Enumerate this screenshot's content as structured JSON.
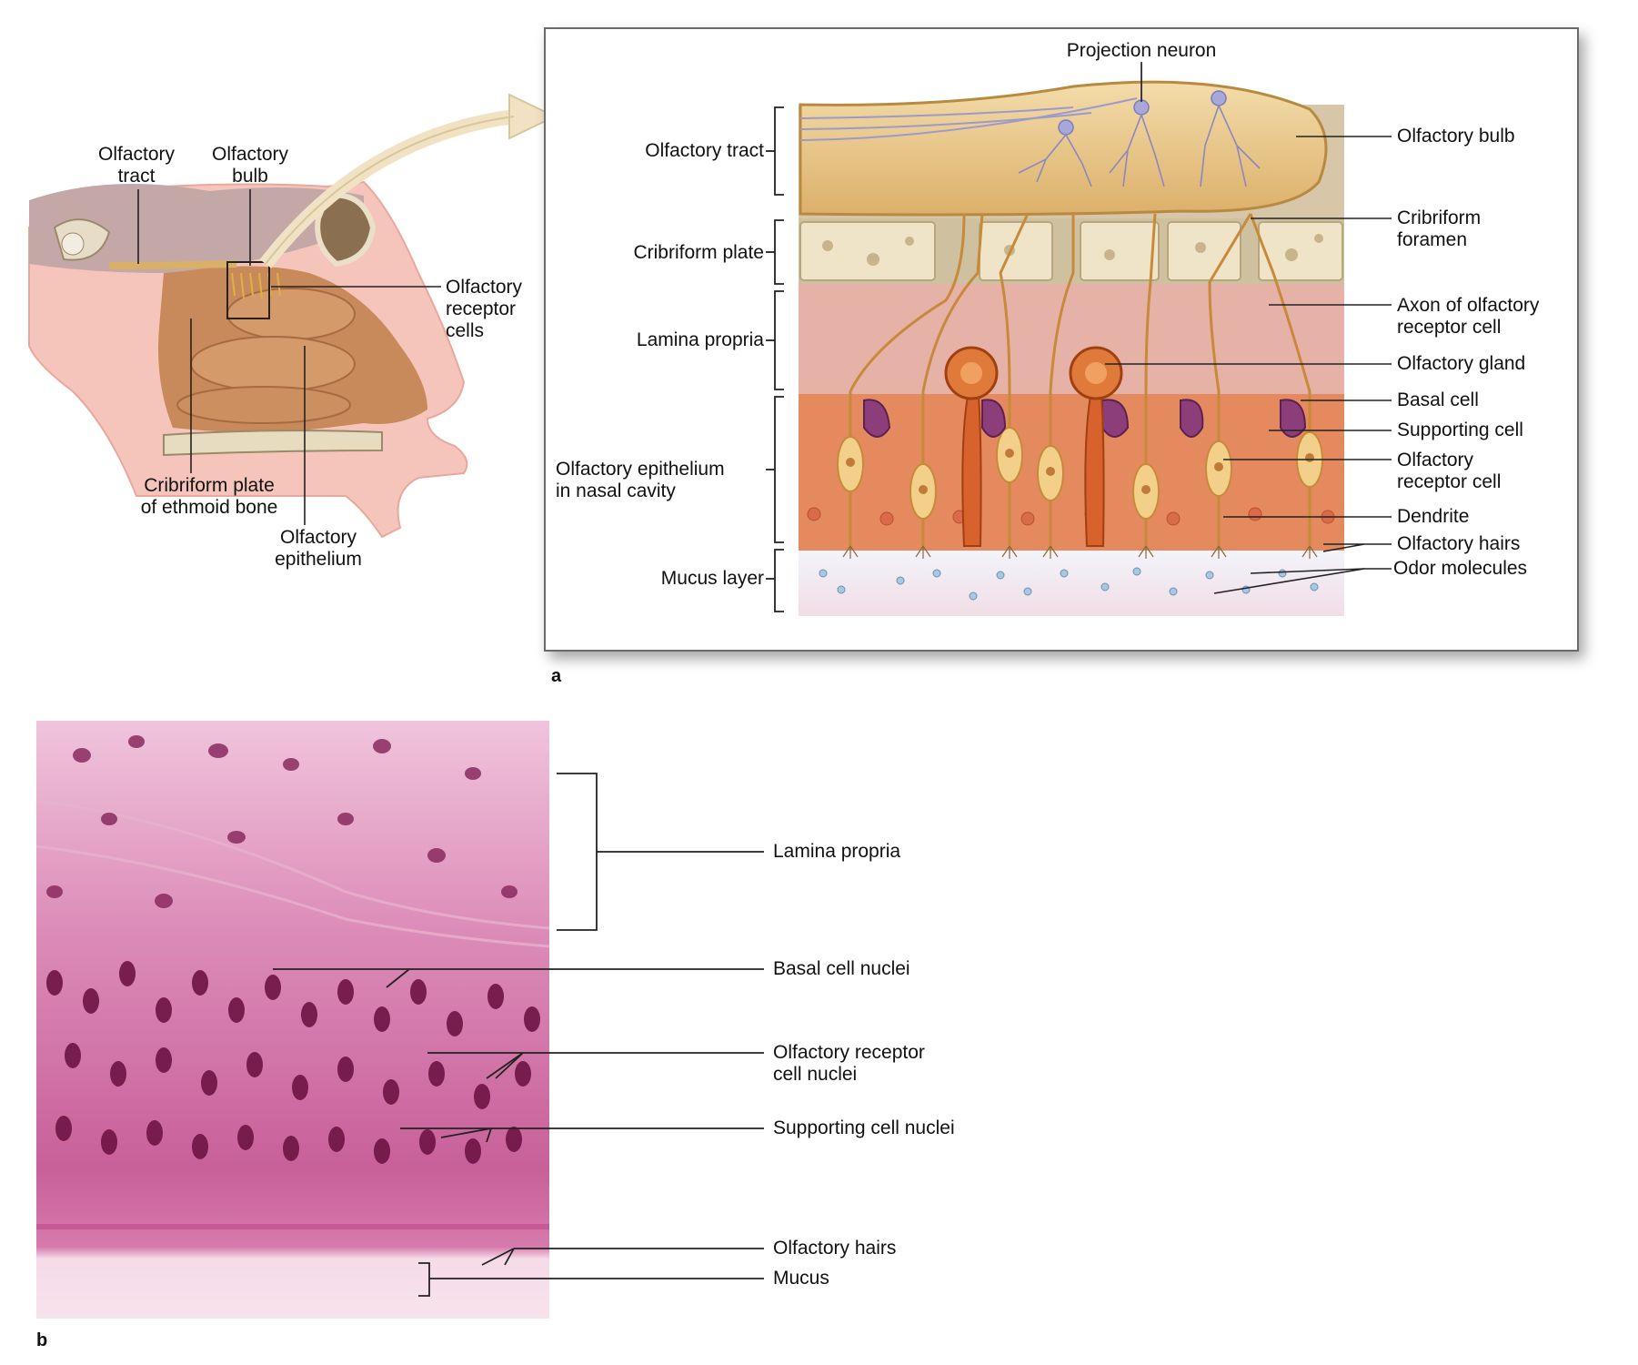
{
  "panel_a": {
    "letter": "a",
    "overview_labels": {
      "olfactory_tract": "Olfactory\ntract",
      "olfactory_bulb": "Olfactory\nbulb",
      "olfactory_receptor_cells": "Olfactory\nreceptor\ncells",
      "cribriform_plate": "Cribriform plate\nof ethmoid bone",
      "olfactory_epithelium": "Olfactory\nepithelium"
    },
    "detail_left_labels": {
      "olfactory_tract": "Olfactory tract",
      "cribriform_plate": "Cribriform plate",
      "lamina_propria": "Lamina propria",
      "olfactory_epithelium": "Olfactory epithelium\nin nasal cavity",
      "mucus_layer": "Mucus layer"
    },
    "detail_top_label": "Projection neuron",
    "detail_right_labels": {
      "olfactory_bulb": "Olfactory bulb",
      "cribriform_foramen": "Cribriform\nforamen",
      "axon": "Axon of olfactory\nreceptor cell",
      "olfactory_gland": "Olfactory gland",
      "basal_cell": "Basal cell",
      "supporting_cell": "Supporting cell",
      "olfactory_receptor_cell": "Olfactory\nreceptor cell",
      "dendrite": "Dendrite",
      "olfactory_hairs": "Olfactory hairs",
      "odor_molecules": "Odor molecules"
    }
  },
  "panel_b": {
    "letter": "b",
    "labels": {
      "lamina_propria": "Lamina propria",
      "basal_cell_nuclei": "Basal cell nuclei",
      "olfactory_receptor_cell_nuclei": "Olfactory receptor\ncell nuclei",
      "supporting_cell_nuclei": "Supporting cell nuclei",
      "olfactory_hairs": "Olfactory hairs",
      "mucus": "Mucus"
    }
  },
  "colors": {
    "bulb": "#ecc98a",
    "bone": "#e8dcc0",
    "lamina": "#e6b2a8",
    "epithelium": "#e48a5e",
    "receptor_cell": "#f3d08a",
    "basal_cell": "#8b3e7a",
    "mucus": "#eef0f6",
    "histology_bg": "#e9a8c9",
    "histology_nuclei": "#7a1a4e"
  }
}
